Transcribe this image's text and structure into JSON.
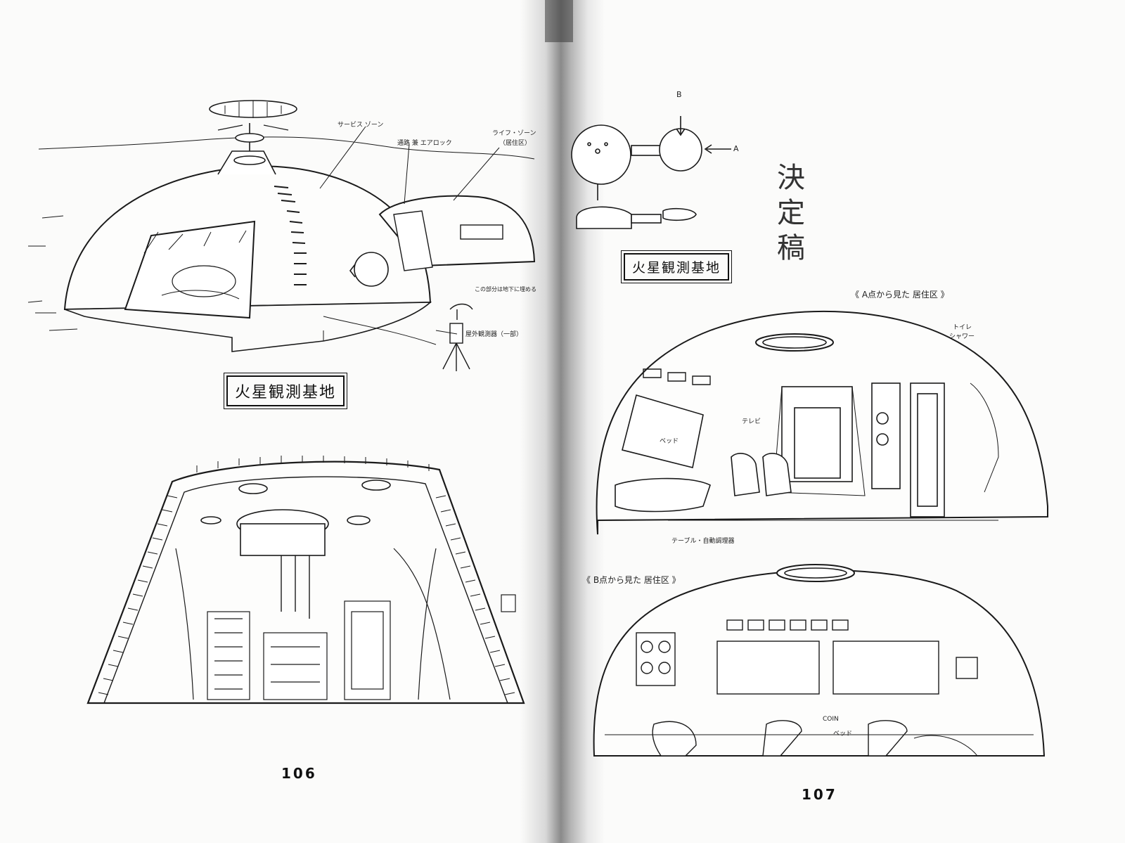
{
  "left_page": {
    "page_number": "106",
    "caption_box": "火星観測基地",
    "labels": {
      "service_zone": "サービス ゾーン",
      "passage": "通路 兼 エアロック",
      "life_zone_line1": "ライフ・ゾーン",
      "life_zone_line2": "（居住区）",
      "side_note": "この部分は地下に埋める",
      "outdoor": "屋外観測器（一部）"
    }
  },
  "right_page": {
    "page_number": "107",
    "vertical_title": [
      "決",
      "定",
      "稿"
    ],
    "caption_box": "火星観測基地",
    "point_b": "B",
    "point_a": "A",
    "view_a_caption": "《 A点から見た 居住区 》",
    "view_b_caption": "《 B点から見た 居住区 》",
    "labels": {
      "toilet_line1": "トイレ",
      "toilet_line2": "シャワー",
      "tv": "テレビ",
      "bed_a": "ベッド",
      "table": "テーブル・自動調理器",
      "bed_b": "ベッド",
      "coin": "COIN"
    }
  }
}
